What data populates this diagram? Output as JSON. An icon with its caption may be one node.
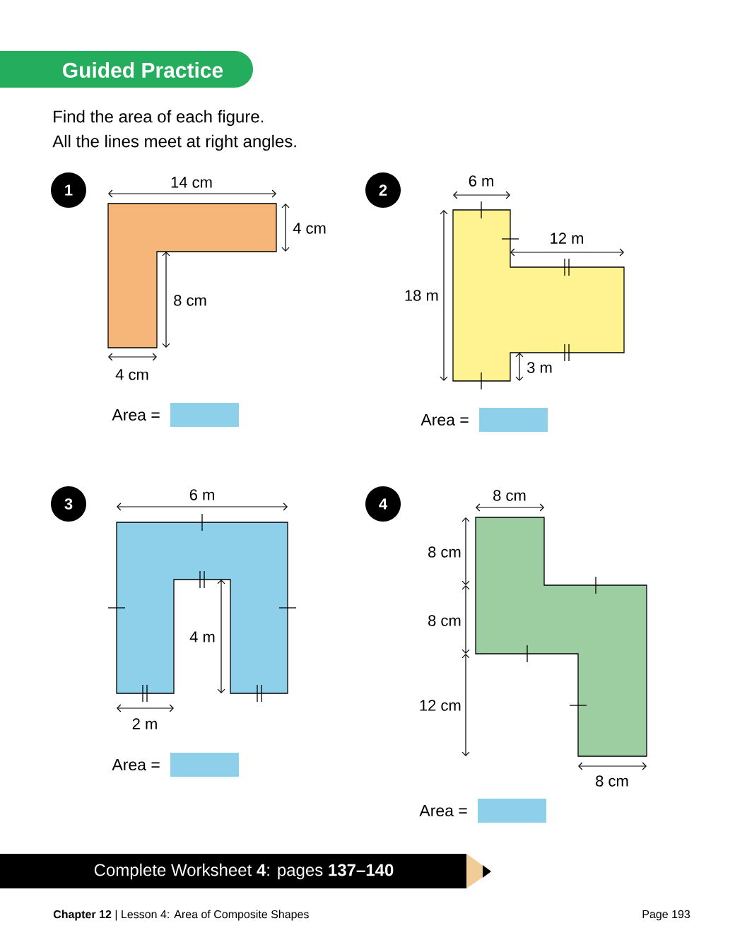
{
  "diagram": {
    "title": "Guided Practice",
    "nodes": [
      {
        "text": [
          "1"
        ]
      },
      {
        "text": [],
        "shape": "box",
        "beside": [
          "Area ="
        ]
      },
      {
        "text": [
          "2"
        ]
      },
      {
        "text": [],
        "shape": "box",
        "beside": [
          "Area ="
        ]
      },
      {
        "text": [
          "3"
        ]
      },
      {
        "text": [],
        "shape": "box",
        "beside": [
          "Area ="
        ]
      },
      {
        "text": [
          "4"
        ]
      },
      {
        "text": [],
        "shape": "box",
        "beside": [
          "Area ="
        ]
      },
      {
        "text": [
          "Complete Worksheet **4**: pages **137–140**"
        ]
      }
    ],
    "labels": [
      "Find the area of each figure.",
      "All the lines meet at right angles.",
      "14 cm",
      "4 cm",
      "8 cm",
      "4 cm",
      "6 m",
      "12 m",
      "18 m",
      "3 m",
      "6 m",
      "4 m",
      "2 m",
      "8 cm",
      "8 cm",
      "8 cm",
      "12 cm",
      "8 cm",
      "**Chapter 12** | Lesson 4: Area of Composite Shapes",
      "Page 193"
    ]
  }
}
